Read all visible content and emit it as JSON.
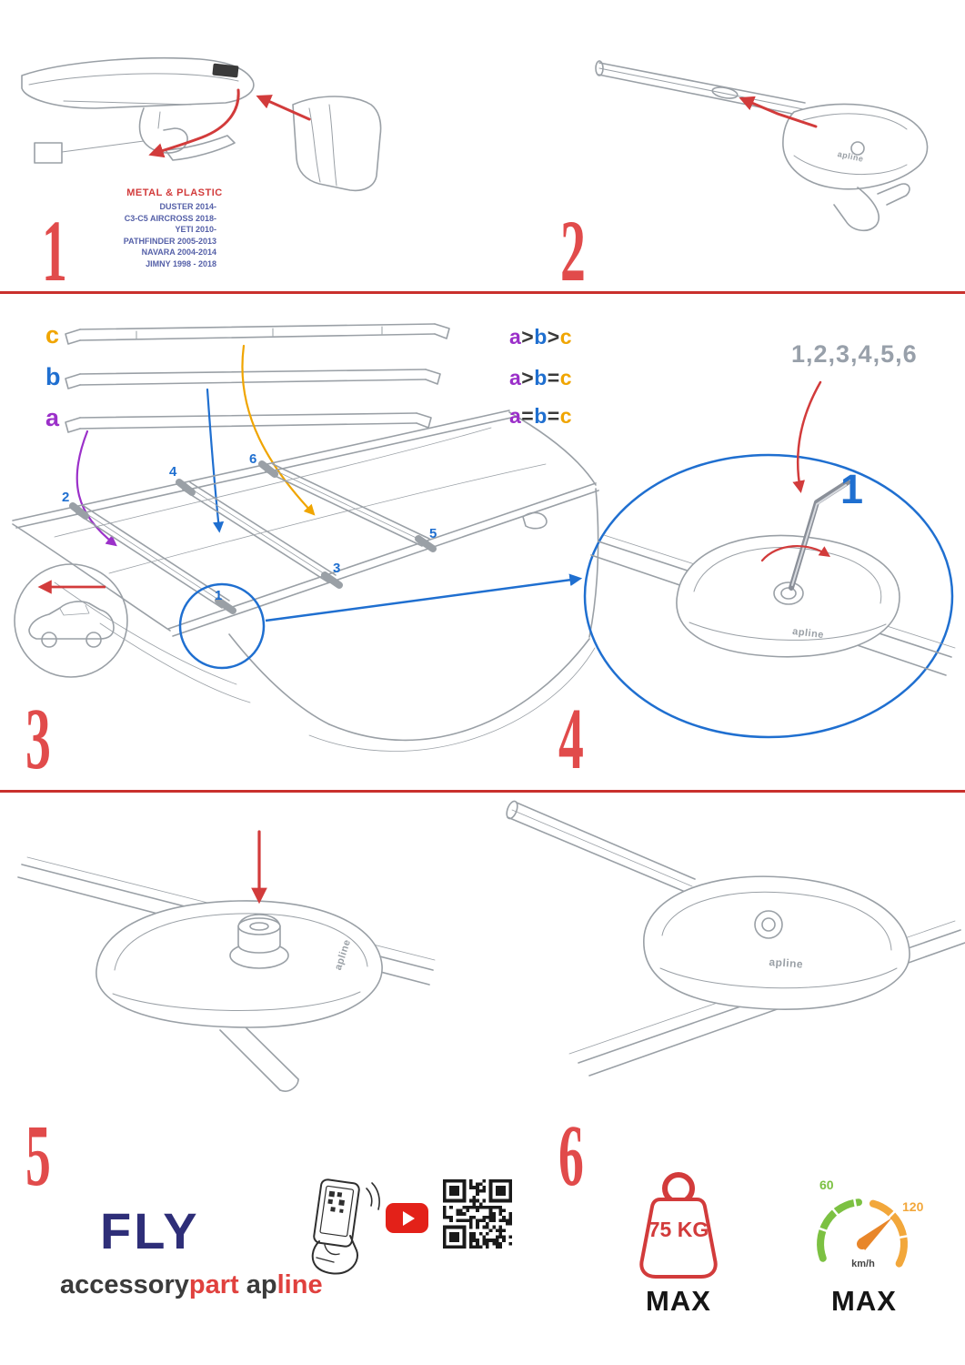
{
  "steps": {
    "n1": "1",
    "n2": "2",
    "n3": "3",
    "n4": "4",
    "n5": "5",
    "n6": "6"
  },
  "step1": {
    "material_label": "METAL & PLASTIC",
    "compatibility": [
      "DUSTER 2014-",
      "C3-C5 AIRCROSS 2018-",
      "YETI 2010-",
      "PATHFINDER 2005-2013",
      "NAVARA 2004-2014",
      "JIMNY 1998 - 2018"
    ]
  },
  "step3": {
    "bar_labels": {
      "a": "a",
      "b": "b",
      "c": "c"
    },
    "formulas": [
      {
        "t1": "a",
        "o1": ">",
        "t2": "b",
        "o2": ">",
        "t3": "c"
      },
      {
        "t1": "a",
        "o1": ">",
        "t2": "b",
        "o2": "=",
        "t3": "c"
      },
      {
        "t1": "a",
        "o1": "=",
        "t2": "b",
        "o2": "=",
        "t3": "c"
      }
    ],
    "positions": {
      "p1": "1",
      "p2": "2",
      "p3": "3",
      "p4": "4",
      "p5": "5",
      "p6": "6"
    }
  },
  "step4": {
    "sequence_label": "1,2,3,4,5,6",
    "first_position": "1"
  },
  "brand": {
    "logo": "apline",
    "product": "FLY",
    "wordmark_dark": "accessory",
    "wordmark_red": "part",
    "logo_dark": "ap",
    "logo_red": "line"
  },
  "limits": {
    "max_load": "75 KG",
    "max_load_label": "MAX",
    "speed_tick_low": "60",
    "speed_tick_high": "120",
    "speed_unit": "km/h",
    "max_speed_label": "MAX"
  },
  "icons": {
    "youtube": "youtube-play-icon",
    "qr": "qr-code",
    "phone": "scan-phone-icon",
    "weight": "max-load-icon",
    "speedometer": "max-speed-icon"
  },
  "colors": {
    "accent_red": "#d23b3b",
    "numeral_red": "#e14b4b",
    "blue": "#1f6fd0",
    "purple": "#9b30c9",
    "orange": "#f0a500",
    "line_gray": "#9aa0a6"
  }
}
